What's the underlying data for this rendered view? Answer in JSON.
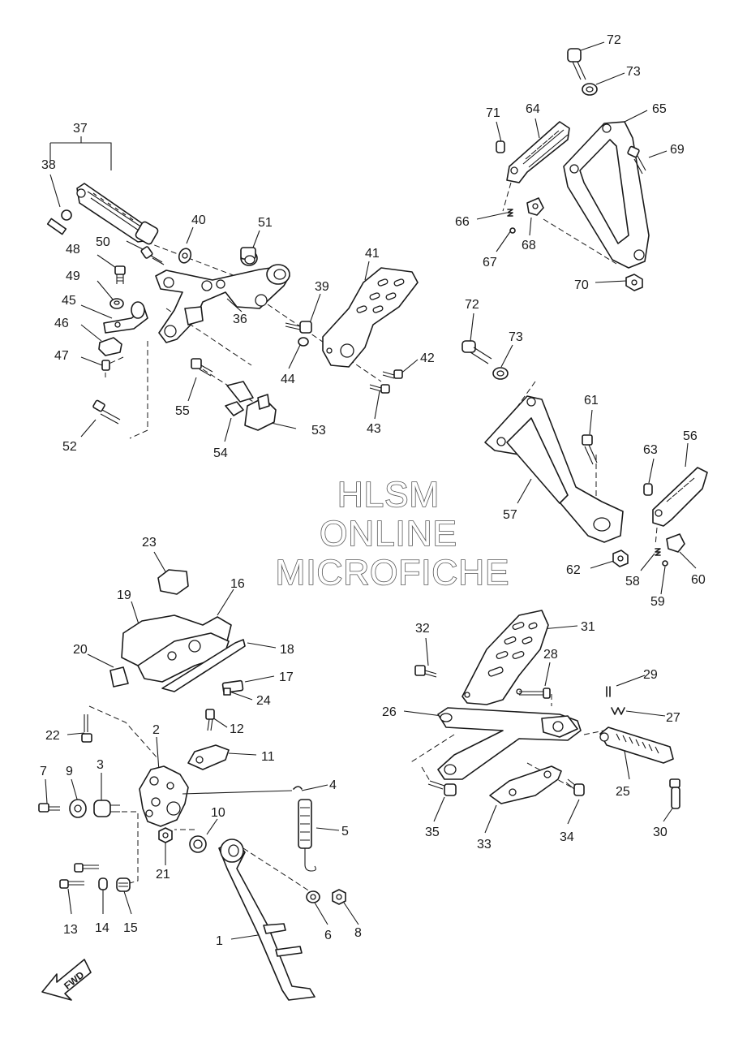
{
  "watermark": {
    "line1": "HLSM",
    "line2": "ONLINE",
    "line3": "MICROFICHE"
  },
  "direction_marker": "FWD",
  "callouts": [
    "1",
    "2",
    "3",
    "4",
    "5",
    "6",
    "7",
    "8",
    "9",
    "10",
    "11",
    "12",
    "13",
    "14",
    "15",
    "16",
    "17",
    "18",
    "19",
    "20",
    "21",
    "22",
    "23",
    "24",
    "25",
    "26",
    "27",
    "28",
    "29",
    "30",
    "31",
    "32",
    "33",
    "34",
    "35",
    "36",
    "37",
    "38",
    "39",
    "40",
    "41",
    "42",
    "43",
    "44",
    "45",
    "46",
    "47",
    "48",
    "49",
    "50",
    "51",
    "52",
    "53",
    "54",
    "55",
    "56",
    "57",
    "58",
    "59",
    "60",
    "61",
    "62",
    "63",
    "64",
    "65",
    "66",
    "67",
    "68",
    "69",
    "70",
    "71",
    "72",
    "73"
  ]
}
